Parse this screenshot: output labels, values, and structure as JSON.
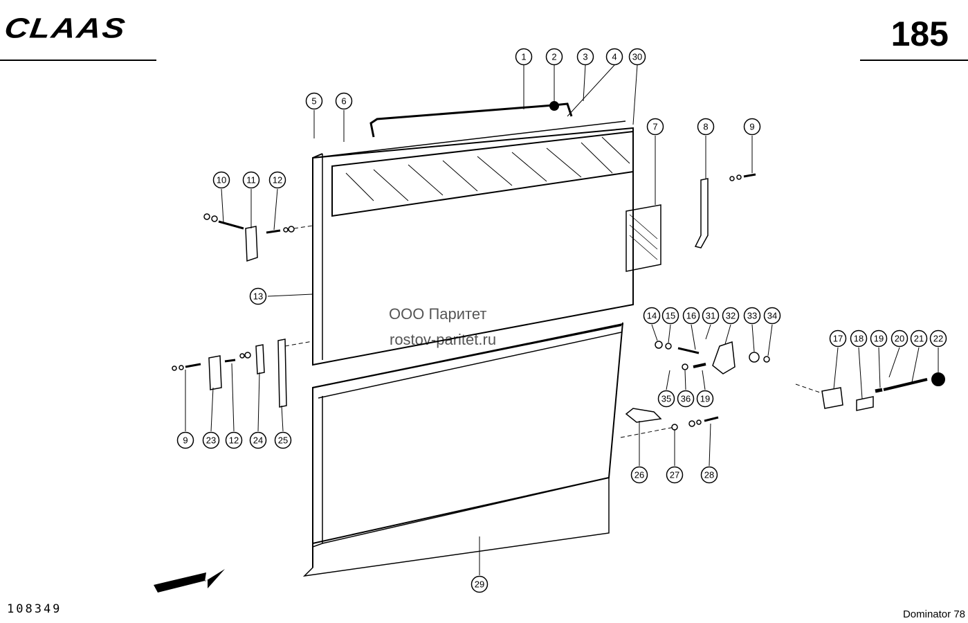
{
  "header": {
    "brand": "CLAAS",
    "page_number": "185"
  },
  "footer": {
    "drawing_number": "108349",
    "model": "Dominator 78"
  },
  "watermark": {
    "company": "ООО Паритет",
    "site": "rostov-paritet.ru"
  },
  "callouts": [
    "1",
    "2",
    "3",
    "4",
    "30",
    "5",
    "6",
    "7",
    "8",
    "9",
    "10",
    "11",
    "12",
    "13",
    "14",
    "15",
    "16",
    "31",
    "32",
    "33",
    "34",
    "17",
    "18",
    "19",
    "20",
    "21",
    "22",
    "35",
    "36",
    "19",
    "9",
    "23",
    "12",
    "24",
    "25",
    "26",
    "27",
    "28",
    "29"
  ]
}
